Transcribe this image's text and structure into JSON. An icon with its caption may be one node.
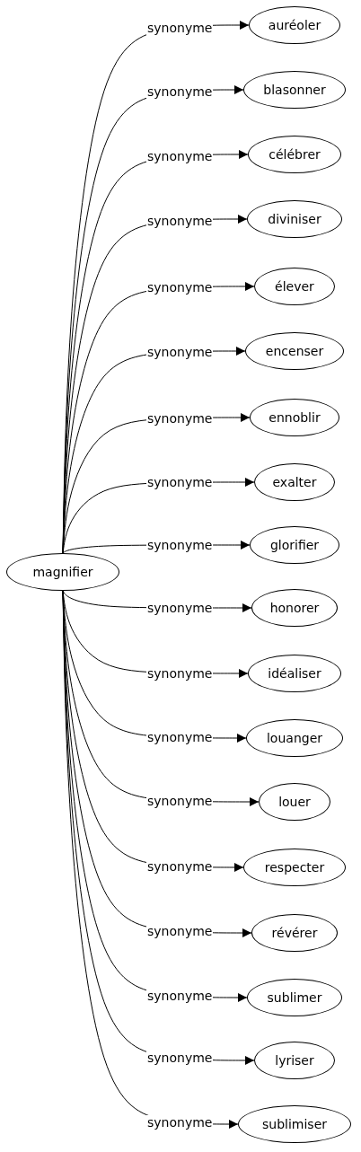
{
  "diagram": {
    "nodes": [
      {
        "text": [
          "magnifier"
        ]
      },
      {
        "text": [
          "auréoler"
        ]
      },
      {
        "text": [
          "blasonner"
        ]
      },
      {
        "text": [
          "célébrer"
        ]
      },
      {
        "text": [
          "diviniser"
        ]
      },
      {
        "text": [
          "élever"
        ]
      },
      {
        "text": [
          "encenser"
        ]
      },
      {
        "text": [
          "ennoblir"
        ]
      },
      {
        "text": [
          "exalter"
        ]
      },
      {
        "text": [
          "glorifier"
        ]
      },
      {
        "text": [
          "honorer"
        ]
      },
      {
        "text": [
          "idéaliser"
        ]
      },
      {
        "text": [
          "louanger"
        ]
      },
      {
        "text": [
          "louer"
        ]
      },
      {
        "text": [
          "respecter"
        ]
      },
      {
        "text": [
          "révérer"
        ]
      },
      {
        "text": [
          "sublimer"
        ]
      },
      {
        "text": [
          "lyriser"
        ]
      },
      {
        "text": [
          "sublimiser"
        ]
      }
    ],
    "edges": [
      {
        "from": 0,
        "to": 1,
        "arrow": "to",
        "label": "synonyme"
      },
      {
        "from": 0,
        "to": 2,
        "arrow": "to",
        "label": "synonyme"
      },
      {
        "from": 0,
        "to": 3,
        "arrow": "to",
        "label": "synonyme"
      },
      {
        "from": 0,
        "to": 4,
        "arrow": "to",
        "label": "synonyme"
      },
      {
        "from": 0,
        "to": 5,
        "arrow": "to",
        "label": "synonyme"
      },
      {
        "from": 0,
        "to": 6,
        "arrow": "to",
        "label": "synonyme"
      },
      {
        "from": 0,
        "to": 7,
        "arrow": "to",
        "label": "synonyme"
      },
      {
        "from": 0,
        "to": 8,
        "arrow": "to",
        "label": "synonyme"
      },
      {
        "from": 0,
        "to": 9,
        "arrow": "to",
        "label": "synonyme"
      },
      {
        "from": 0,
        "to": 10,
        "arrow": "to",
        "label": "synonyme"
      },
      {
        "from": 0,
        "to": 11,
        "arrow": "to",
        "label": "synonyme"
      },
      {
        "from": 0,
        "to": 12,
        "arrow": "to",
        "label": "synonyme"
      },
      {
        "from": 0,
        "to": 13,
        "arrow": "to",
        "label": "synonyme"
      },
      {
        "from": 0,
        "to": 14,
        "arrow": "to",
        "label": "synonyme"
      },
      {
        "from": 0,
        "to": 15,
        "arrow": "to",
        "label": "synonyme"
      },
      {
        "from": 0,
        "to": 16,
        "arrow": "to",
        "label": "synonyme"
      },
      {
        "from": 0,
        "to": 17,
        "arrow": "to",
        "label": "synonyme"
      },
      {
        "from": 0,
        "to": 18,
        "arrow": "to",
        "label": "synonyme"
      }
    ]
  }
}
